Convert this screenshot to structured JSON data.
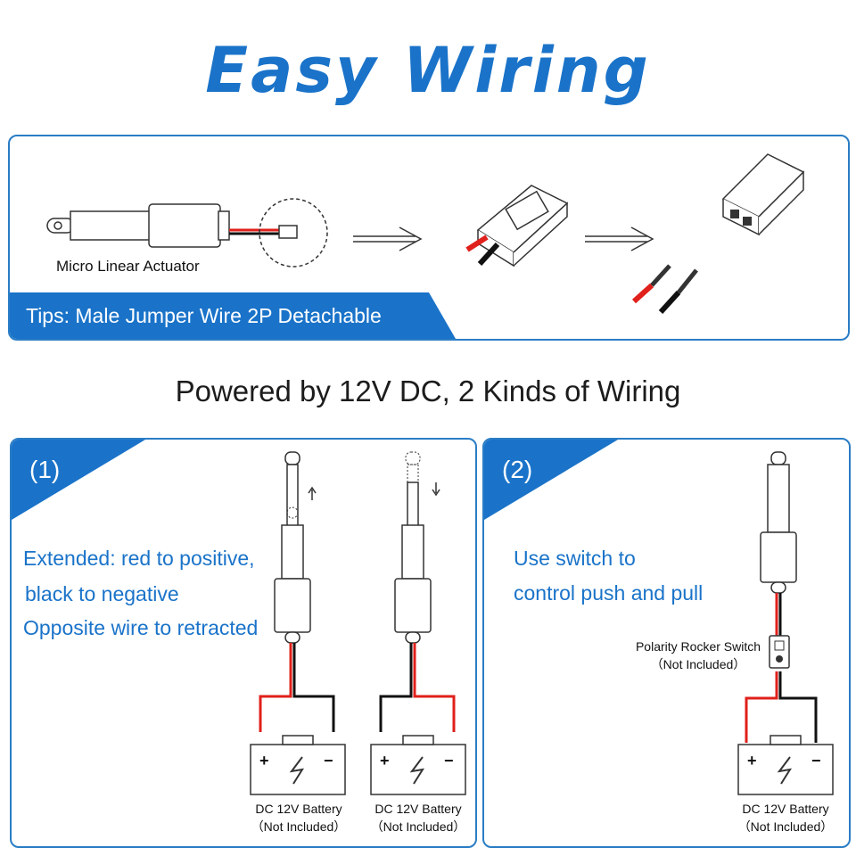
{
  "title": "Easy Wiring",
  "top_panel": {
    "actuator_label": "Micro Linear Actuator",
    "tips": "Tips: Male Jumper Wire 2P Detachable"
  },
  "subtitle": "Powered by 12V DC,  2 Kinds of Wiring",
  "panel1": {
    "number": "(1)",
    "lines": [
      "Extended: red to positive,",
      "black to negative",
      "Opposite wire to retracted"
    ],
    "battery_a": {
      "name": "DC 12V Battery",
      "note": "（Not Included）"
    },
    "battery_b": {
      "name": "DC 12V Battery",
      "note": "（Not Included）"
    }
  },
  "panel2": {
    "number": "(2)",
    "lines": [
      "Use switch to",
      "control push and pull"
    ],
    "switch_name": "Polarity Rocker Switch",
    "switch_note": "（Not Included）",
    "battery": {
      "name": "DC 12V Battery",
      "note": "（Not Included）"
    }
  },
  "battery_symbols": {
    "plus": "+",
    "minus": "−"
  },
  "colors": {
    "accent": "#1a73c9",
    "wire_red": "#e0201b",
    "wire_black": "#111111"
  }
}
